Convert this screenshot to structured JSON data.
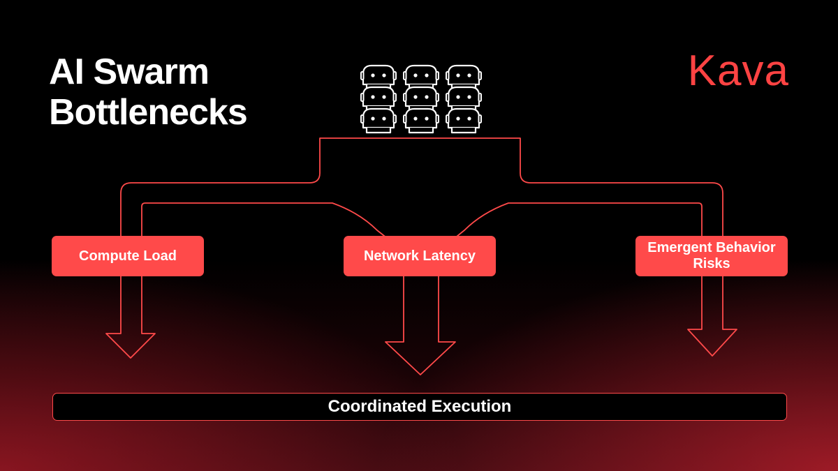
{
  "title": {
    "line1": "AI Swarm",
    "line2": "Bottlenecks"
  },
  "logo": {
    "text": "Kava"
  },
  "agents": {
    "icon": "robot-icon",
    "columns": 3,
    "rows": 3
  },
  "bottlenecks": [
    {
      "label": "Compute Load"
    },
    {
      "label": "Network Latency"
    },
    {
      "label": "Emergent Behavior Risks"
    }
  ],
  "outcome": {
    "label": "Coordinated Execution"
  },
  "colors": {
    "accent": "#ff4a4a",
    "background": "#000000",
    "text": "#ffffff"
  }
}
